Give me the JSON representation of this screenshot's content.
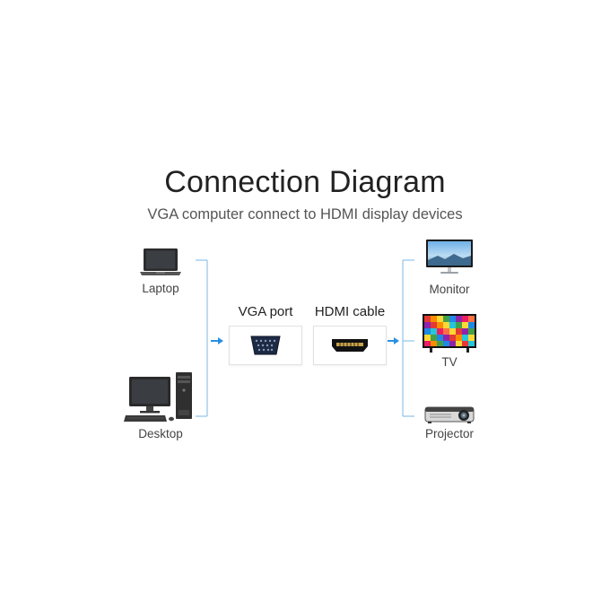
{
  "header": {
    "title": "Connection Diagram",
    "subtitle": "VGA computer connect to HDMI display devices"
  },
  "sources": [
    {
      "label": "Laptop",
      "icon": "laptop-icon"
    },
    {
      "label": "Desktop",
      "icon": "desktop-computer-icon"
    }
  ],
  "adapter": {
    "vga_label": "VGA port",
    "hdmi_label": "HDMI cable",
    "vga_icon": "vga-port-icon",
    "hdmi_icon": "hdmi-port-icon"
  },
  "displays": [
    {
      "label": "Monitor",
      "icon": "monitor-icon"
    },
    {
      "label": "TV",
      "icon": "tv-icon"
    },
    {
      "label": "Projector",
      "icon": "projector-icon"
    }
  ],
  "colors": {
    "connector_line": "#8fc3ea",
    "arrow": "#2a8fe0",
    "title": "#222222"
  }
}
